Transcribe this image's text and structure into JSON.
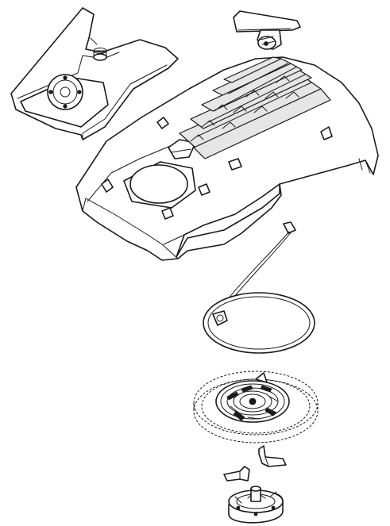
{
  "figure": {
    "kind": "exploded-parts-diagram",
    "line_color": "#1a1a1a",
    "background": "#ffffff",
    "parts": [
      {
        "id": "bracket-cover",
        "icon": "bracket-cover-icon"
      },
      {
        "id": "starter-grip",
        "icon": "starter-grip-icon"
      },
      {
        "id": "fan-housing",
        "icon": "fan-housing-icon"
      },
      {
        "id": "starter-rope",
        "icon": "starter-rope-icon"
      },
      {
        "id": "rope-rotor",
        "icon": "rope-rotor-icon"
      },
      {
        "id": "rewind-spring",
        "icon": "rewind-spring-icon"
      },
      {
        "id": "pawl-left",
        "icon": "pawl-icon"
      },
      {
        "id": "pawl-right",
        "icon": "pawl-icon"
      },
      {
        "id": "spring-socket",
        "icon": "spring-socket-icon"
      }
    ]
  }
}
